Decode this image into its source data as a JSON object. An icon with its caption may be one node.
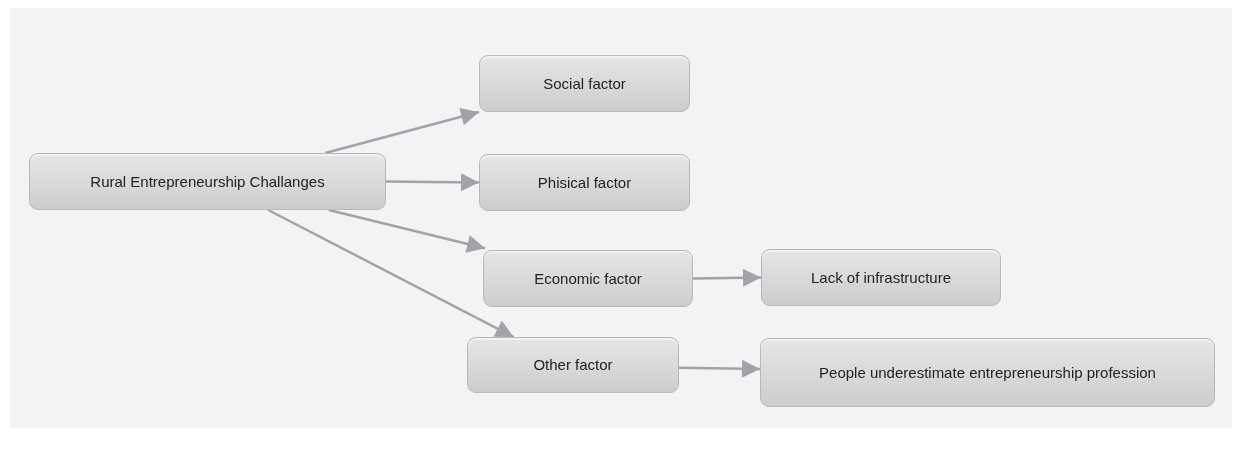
{
  "diagram": {
    "nodes": [
      {
        "text": [
          "Rural Entrepreneurship Challanges"
        ]
      },
      {
        "text": [
          "Social factor"
        ]
      },
      {
        "text": [
          "Phisical factor"
        ]
      },
      {
        "text": [
          "Economic factor"
        ]
      },
      {
        "text": [
          "Lack of infrastructure"
        ]
      },
      {
        "text": [
          "Other factor"
        ]
      },
      {
        "text": [
          "People underestimate entrepreneurship profession"
        ]
      }
    ],
    "edges": [
      {
        "from": 0,
        "to": 1,
        "arrow": "to"
      },
      {
        "from": 0,
        "to": 2,
        "arrow": "to"
      },
      {
        "from": 0,
        "to": 3,
        "arrow": "to"
      },
      {
        "from": 0,
        "to": 5,
        "arrow": "to"
      },
      {
        "from": 3,
        "to": 4,
        "arrow": "to"
      },
      {
        "from": 5,
        "to": 6,
        "arrow": "to"
      }
    ]
  }
}
